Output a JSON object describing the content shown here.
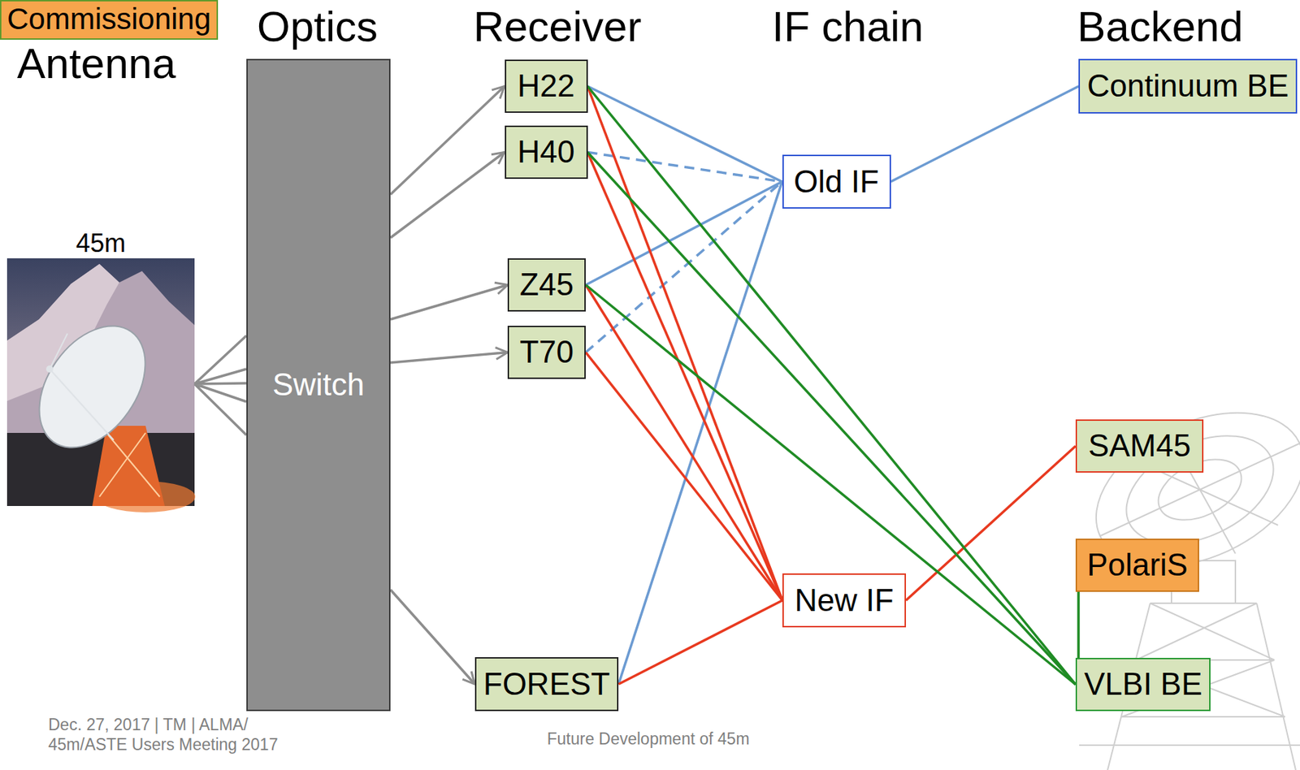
{
  "diagram": {
    "nodes": [
      {
        "text": [
          "45m"
        ]
      },
      {
        "text": [
          "Switch"
        ]
      },
      {
        "text": [
          "H22"
        ]
      },
      {
        "text": [
          "H40"
        ]
      },
      {
        "text": [
          "Z45"
        ]
      },
      {
        "text": [
          "T70"
        ]
      },
      {
        "text": [
          "FOREST"
        ]
      },
      {
        "text": [
          "Old IF"
        ]
      },
      {
        "text": [
          "New IF"
        ]
      },
      {
        "text": [
          "Continuum BE"
        ]
      },
      {
        "text": [
          "SAM45"
        ]
      },
      {
        "text": [
          "PolariS"
        ]
      },
      {
        "text": [
          "VLBI BE"
        ]
      }
    ],
    "edges": [
      {
        "from": 0,
        "to": 1,
        "arrow": "none"
      },
      {
        "from": 1,
        "to": 2,
        "arrow": "to"
      },
      {
        "from": 1,
        "to": 3,
        "arrow": "to"
      },
      {
        "from": 1,
        "to": 4,
        "arrow": "to"
      },
      {
        "from": 1,
        "to": 5,
        "arrow": "to"
      },
      {
        "from": 1,
        "to": 6,
        "arrow": "to"
      },
      {
        "from": 2,
        "to": 7,
        "arrow": "none"
      },
      {
        "from": 3,
        "to": 7,
        "arrow": "none"
      },
      {
        "from": 4,
        "to": 7,
        "arrow": "none"
      },
      {
        "from": 5,
        "to": 7,
        "arrow": "none"
      },
      {
        "from": 6,
        "to": 7,
        "arrow": "none"
      },
      {
        "from": 7,
        "to": 9,
        "arrow": "none"
      },
      {
        "from": 2,
        "to": 8,
        "arrow": "none"
      },
      {
        "from": 3,
        "to": 8,
        "arrow": "none"
      },
      {
        "from": 4,
        "to": 8,
        "arrow": "none"
      },
      {
        "from": 5,
        "to": 8,
        "arrow": "none"
      },
      {
        "from": 6,
        "to": 8,
        "arrow": "none"
      },
      {
        "from": 8,
        "to": 10,
        "arrow": "none"
      },
      {
        "from": 2,
        "to": 12,
        "arrow": "none"
      },
      {
        "from": 3,
        "to": 12,
        "arrow": "none"
      },
      {
        "from": 4,
        "to": 12,
        "arrow": "none"
      },
      {
        "from": 11,
        "to": 12,
        "arrow": "none"
      }
    ],
    "labels": [
      "Antenna",
      "Optics",
      "Receiver",
      "IF chain",
      "Backend",
      "Dec. 27, 2017 | TM | ALMA/ 45m/ASTE Users Meeting 2017",
      "Future Development of 45m"
    ],
    "legend": [
      {
        "text": "Commissioning",
        "color": "#f6a54c"
      }
    ]
  }
}
